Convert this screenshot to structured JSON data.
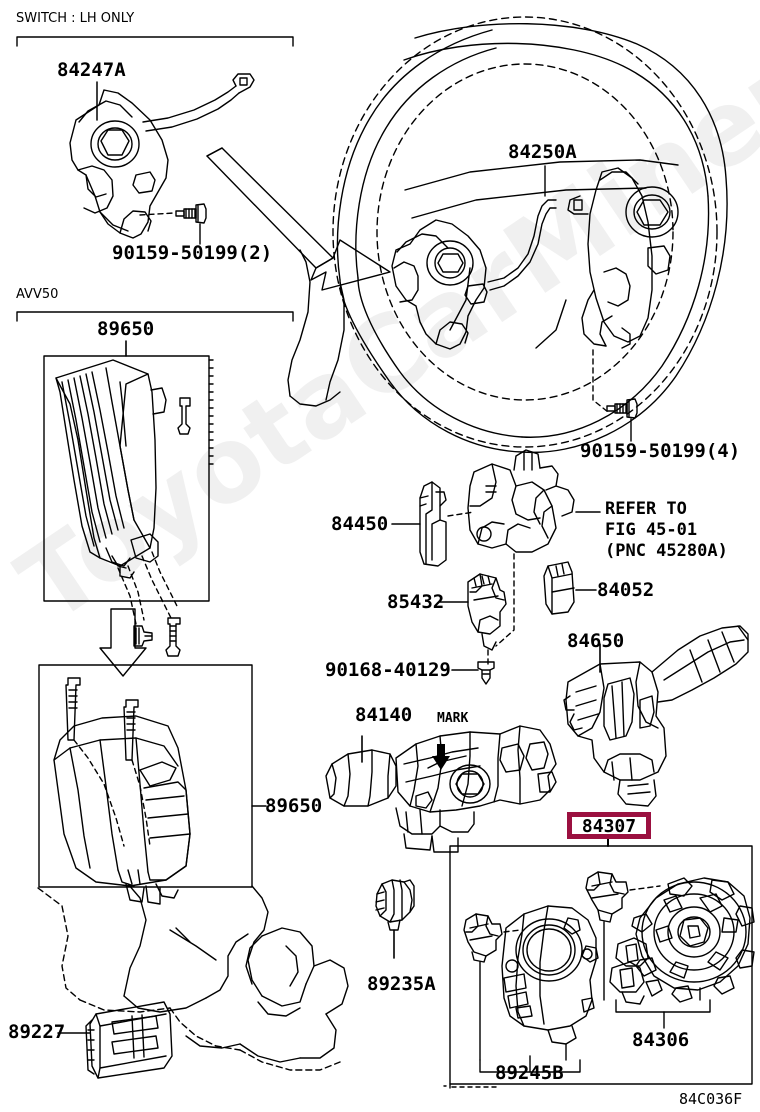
{
  "diagram": {
    "title": "Toyota Camry AVV50 Switch & Relay & Computer parts diagram",
    "figure_code": "84C036F",
    "watermark_text": "ToyotaCarMiner.ru",
    "highlight_color": "#9B1040",
    "line_color": "#000000",
    "background": "#FFFFFF"
  },
  "groups": [
    {
      "id": "switch-lh",
      "label": "SWITCH :  LH ONLY"
    },
    {
      "id": "avv50",
      "label": "AVV50"
    }
  ],
  "callouts": [
    {
      "id": "84247A",
      "label": "84247A"
    },
    {
      "id": "90159-50199-2",
      "label": "90159-50199(2)"
    },
    {
      "id": "84250A",
      "label": "84250A"
    },
    {
      "id": "90159-50199-4",
      "label": "90159-50199(4)"
    },
    {
      "id": "89650-top",
      "label": "89650"
    },
    {
      "id": "89650-bottom",
      "label": "89650"
    },
    {
      "id": "84450",
      "label": "84450"
    },
    {
      "id": "85432",
      "label": "85432"
    },
    {
      "id": "90168-40129",
      "label": "90168-40129"
    },
    {
      "id": "84052",
      "label": "84052"
    },
    {
      "id": "84650",
      "label": "84650"
    },
    {
      "id": "84140",
      "label": "84140"
    },
    {
      "id": "89235A",
      "label": "89235A"
    },
    {
      "id": "89227",
      "label": "89227"
    },
    {
      "id": "84306",
      "label": "84306"
    },
    {
      "id": "89245B",
      "label": "89245B"
    }
  ],
  "annotations": {
    "mark": "MARK",
    "refer_to": "REFER TO\nFIG 45-01\n(PNC 45280A)"
  },
  "highlighted_part": {
    "label": "84307"
  }
}
